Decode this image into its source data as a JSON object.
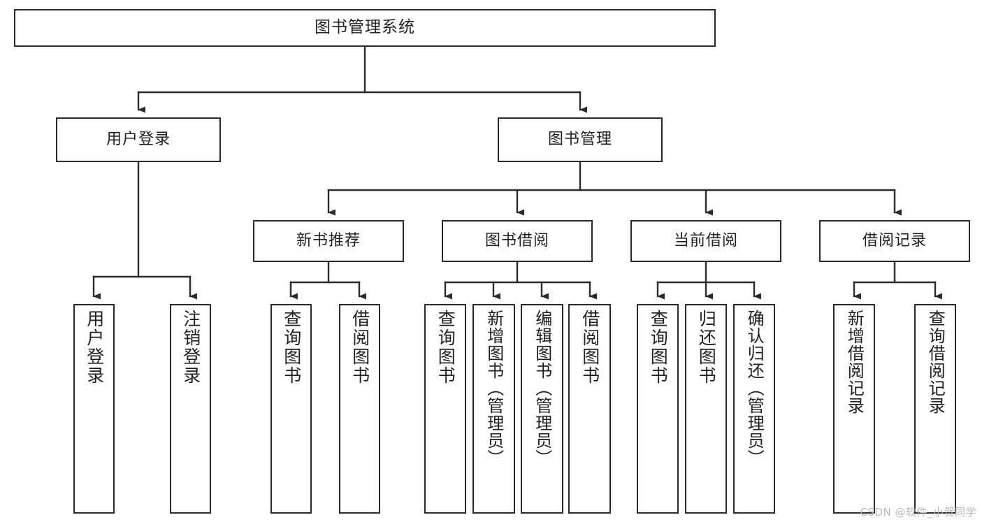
{
  "diagram": {
    "title": "图书管理系统",
    "type": "tree",
    "watermark": "CSDN @软件_小贺同学",
    "stroke_color": "#2b2b2b",
    "fill_color": "#ffffff",
    "text_color": "#1f1f1f",
    "watermark_color": "#b8b8b8"
  },
  "nodes": {
    "root": {
      "label": "图书管理系统",
      "level": 1,
      "orientation": "horizontal"
    },
    "user_login": {
      "label": "用户登录",
      "level": 2,
      "orientation": "horizontal"
    },
    "book_manage": {
      "label": "图书管理",
      "level": 2,
      "orientation": "horizontal"
    },
    "new_book_rec": {
      "label": "新书推荐",
      "level": 3,
      "orientation": "horizontal"
    },
    "book_borrow": {
      "label": "图书借阅",
      "level": 3,
      "orientation": "horizontal"
    },
    "current_borrow": {
      "label": "当前借阅",
      "level": 3,
      "orientation": "horizontal"
    },
    "borrow_record": {
      "label": "借阅记录",
      "level": 3,
      "orientation": "horizontal"
    },
    "leaf_user_login": {
      "label": "用户登录",
      "level": 4,
      "orientation": "vertical"
    },
    "leaf_logout": {
      "label": "注销登录",
      "level": 4,
      "orientation": "vertical"
    },
    "leaf_query_book_1": {
      "label": "查询图书",
      "level": 4,
      "orientation": "vertical"
    },
    "leaf_borrow_book_1": {
      "label": "借阅图书",
      "level": 4,
      "orientation": "vertical"
    },
    "leaf_query_book_2": {
      "label": "查询图书",
      "level": 4,
      "orientation": "vertical"
    },
    "leaf_add_book": {
      "label": "新增图书（管理员）",
      "level": 4,
      "orientation": "vertical"
    },
    "leaf_edit_book": {
      "label": "编辑图书（管理员）",
      "level": 4,
      "orientation": "vertical"
    },
    "leaf_borrow_book_2": {
      "label": "借阅图书",
      "level": 4,
      "orientation": "vertical"
    },
    "leaf_query_book_3": {
      "label": "查询图书",
      "level": 4,
      "orientation": "vertical"
    },
    "leaf_return_book": {
      "label": "归还图书",
      "level": 4,
      "orientation": "vertical"
    },
    "leaf_confirm_return": {
      "label": "确认归还（管理员）",
      "level": 4,
      "orientation": "vertical"
    },
    "leaf_add_record": {
      "label": "新增借阅记录",
      "level": 4,
      "orientation": "vertical"
    },
    "leaf_query_record": {
      "label": "查询借阅记录",
      "level": 4,
      "orientation": "vertical"
    }
  },
  "edges": [
    {
      "from": "root",
      "to": "user_login"
    },
    {
      "from": "root",
      "to": "book_manage"
    },
    {
      "from": "user_login",
      "to": "leaf_user_login"
    },
    {
      "from": "user_login",
      "to": "leaf_logout"
    },
    {
      "from": "book_manage",
      "to": "new_book_rec"
    },
    {
      "from": "book_manage",
      "to": "book_borrow"
    },
    {
      "from": "book_manage",
      "to": "current_borrow"
    },
    {
      "from": "book_manage",
      "to": "borrow_record"
    },
    {
      "from": "new_book_rec",
      "to": "leaf_query_book_1"
    },
    {
      "from": "new_book_rec",
      "to": "leaf_borrow_book_1"
    },
    {
      "from": "book_borrow",
      "to": "leaf_query_book_2"
    },
    {
      "from": "book_borrow",
      "to": "leaf_add_book"
    },
    {
      "from": "book_borrow",
      "to": "leaf_edit_book"
    },
    {
      "from": "book_borrow",
      "to": "leaf_borrow_book_2"
    },
    {
      "from": "current_borrow",
      "to": "leaf_query_book_3"
    },
    {
      "from": "current_borrow",
      "to": "leaf_return_book"
    },
    {
      "from": "current_borrow",
      "to": "leaf_confirm_return"
    },
    {
      "from": "borrow_record",
      "to": "leaf_add_record"
    },
    {
      "from": "borrow_record",
      "to": "leaf_query_record"
    }
  ]
}
